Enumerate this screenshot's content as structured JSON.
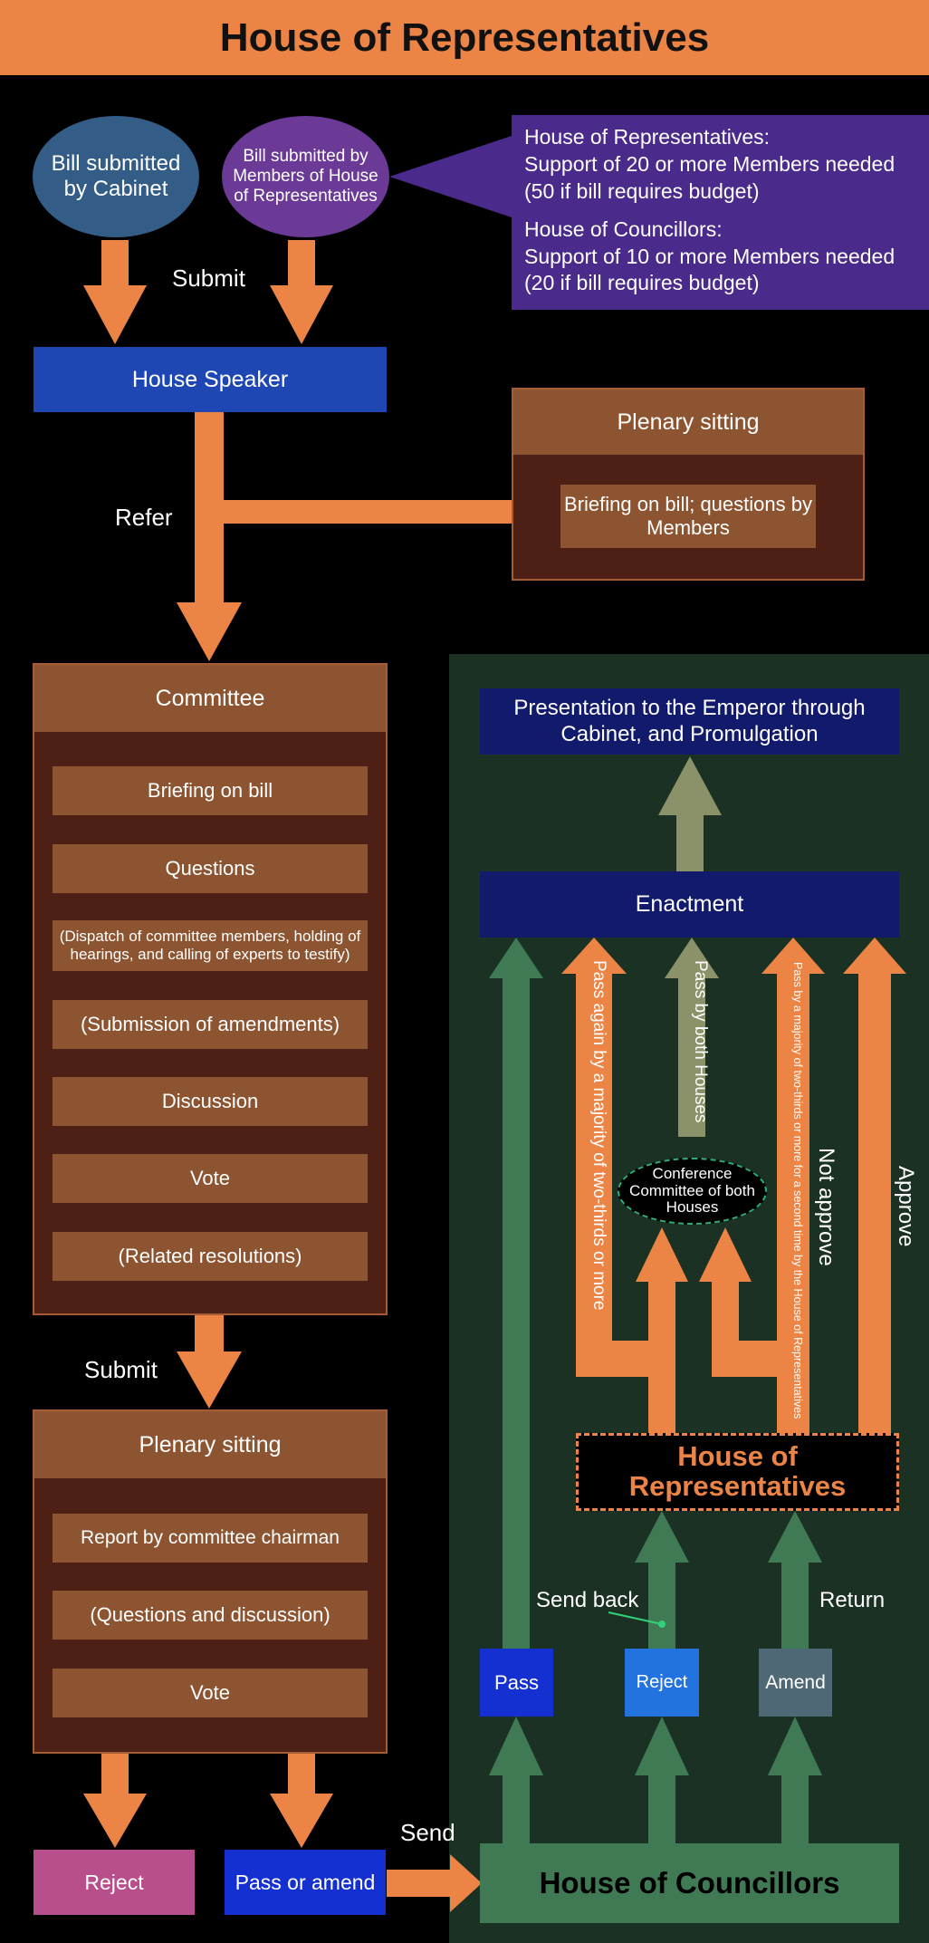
{
  "title": "House of Representatives",
  "colors": {
    "accent_orange": "#ec8446",
    "brown": "#8c5431",
    "dark_brown": "#4e1f14",
    "speaker_blue": "#1e47b3",
    "green_panel": "#1b3123",
    "green_arrow": "#3f7a55",
    "navy": "#121a6b",
    "purple": "#4a2a8a"
  },
  "submit_cabinet": "Bill submitted by Cabinet",
  "submit_members": "Bill submitted by Members of House of Representatives",
  "requirements": {
    "hr_head": "House of Representatives:",
    "hr_line1": "Support of 20 or more Members needed",
    "hr_line2": "(50 if bill requires budget)",
    "hc_head": "House of Councillors:",
    "hc_line1": "Support of 10 or more Members needed",
    "hc_line2": "(20 if bill requires budget)"
  },
  "labels": {
    "submit_top": "Submit",
    "refer": "Refer",
    "submit_mid": "Submit",
    "send": "Send",
    "send_back": "Send back",
    "return": "Return",
    "not_approve": "Not approve",
    "approve": "Approve",
    "pass_both": "Pass by both Houses",
    "pass_again": "Pass again by a majority of two-thirds or more",
    "pass_second": "Pass by a majority of two-thirds or more for a second time by the House of Representatives"
  },
  "house_speaker": "House Speaker",
  "plenary_top": {
    "title": "Plenary sitting",
    "item": "Briefing on bill; questions by Members"
  },
  "committee": {
    "title": "Committee",
    "items": [
      "Briefing on bill",
      "Questions",
      "(Dispatch of committee members, holding of hearings, and calling of experts to testify)",
      "(Submission of amendments)",
      "Discussion",
      "Vote",
      "(Related resolutions)"
    ]
  },
  "plenary_bottom": {
    "title": "Plenary sitting",
    "items": [
      "Report by committee chairman",
      "(Questions and discussion)",
      "Vote"
    ]
  },
  "outcomes": {
    "reject": "Reject",
    "pass_amend": "Pass or amend"
  },
  "councillors": {
    "name": "House of Councillors",
    "pass": "Pass",
    "reject": "Reject",
    "amend": "Amend"
  },
  "hr_box": "House of Representatives",
  "conference": "Conference Committee of both Houses",
  "enactment": "Enactment",
  "presentation": "Presentation to the Emperor through Cabinet, and Promulgation"
}
